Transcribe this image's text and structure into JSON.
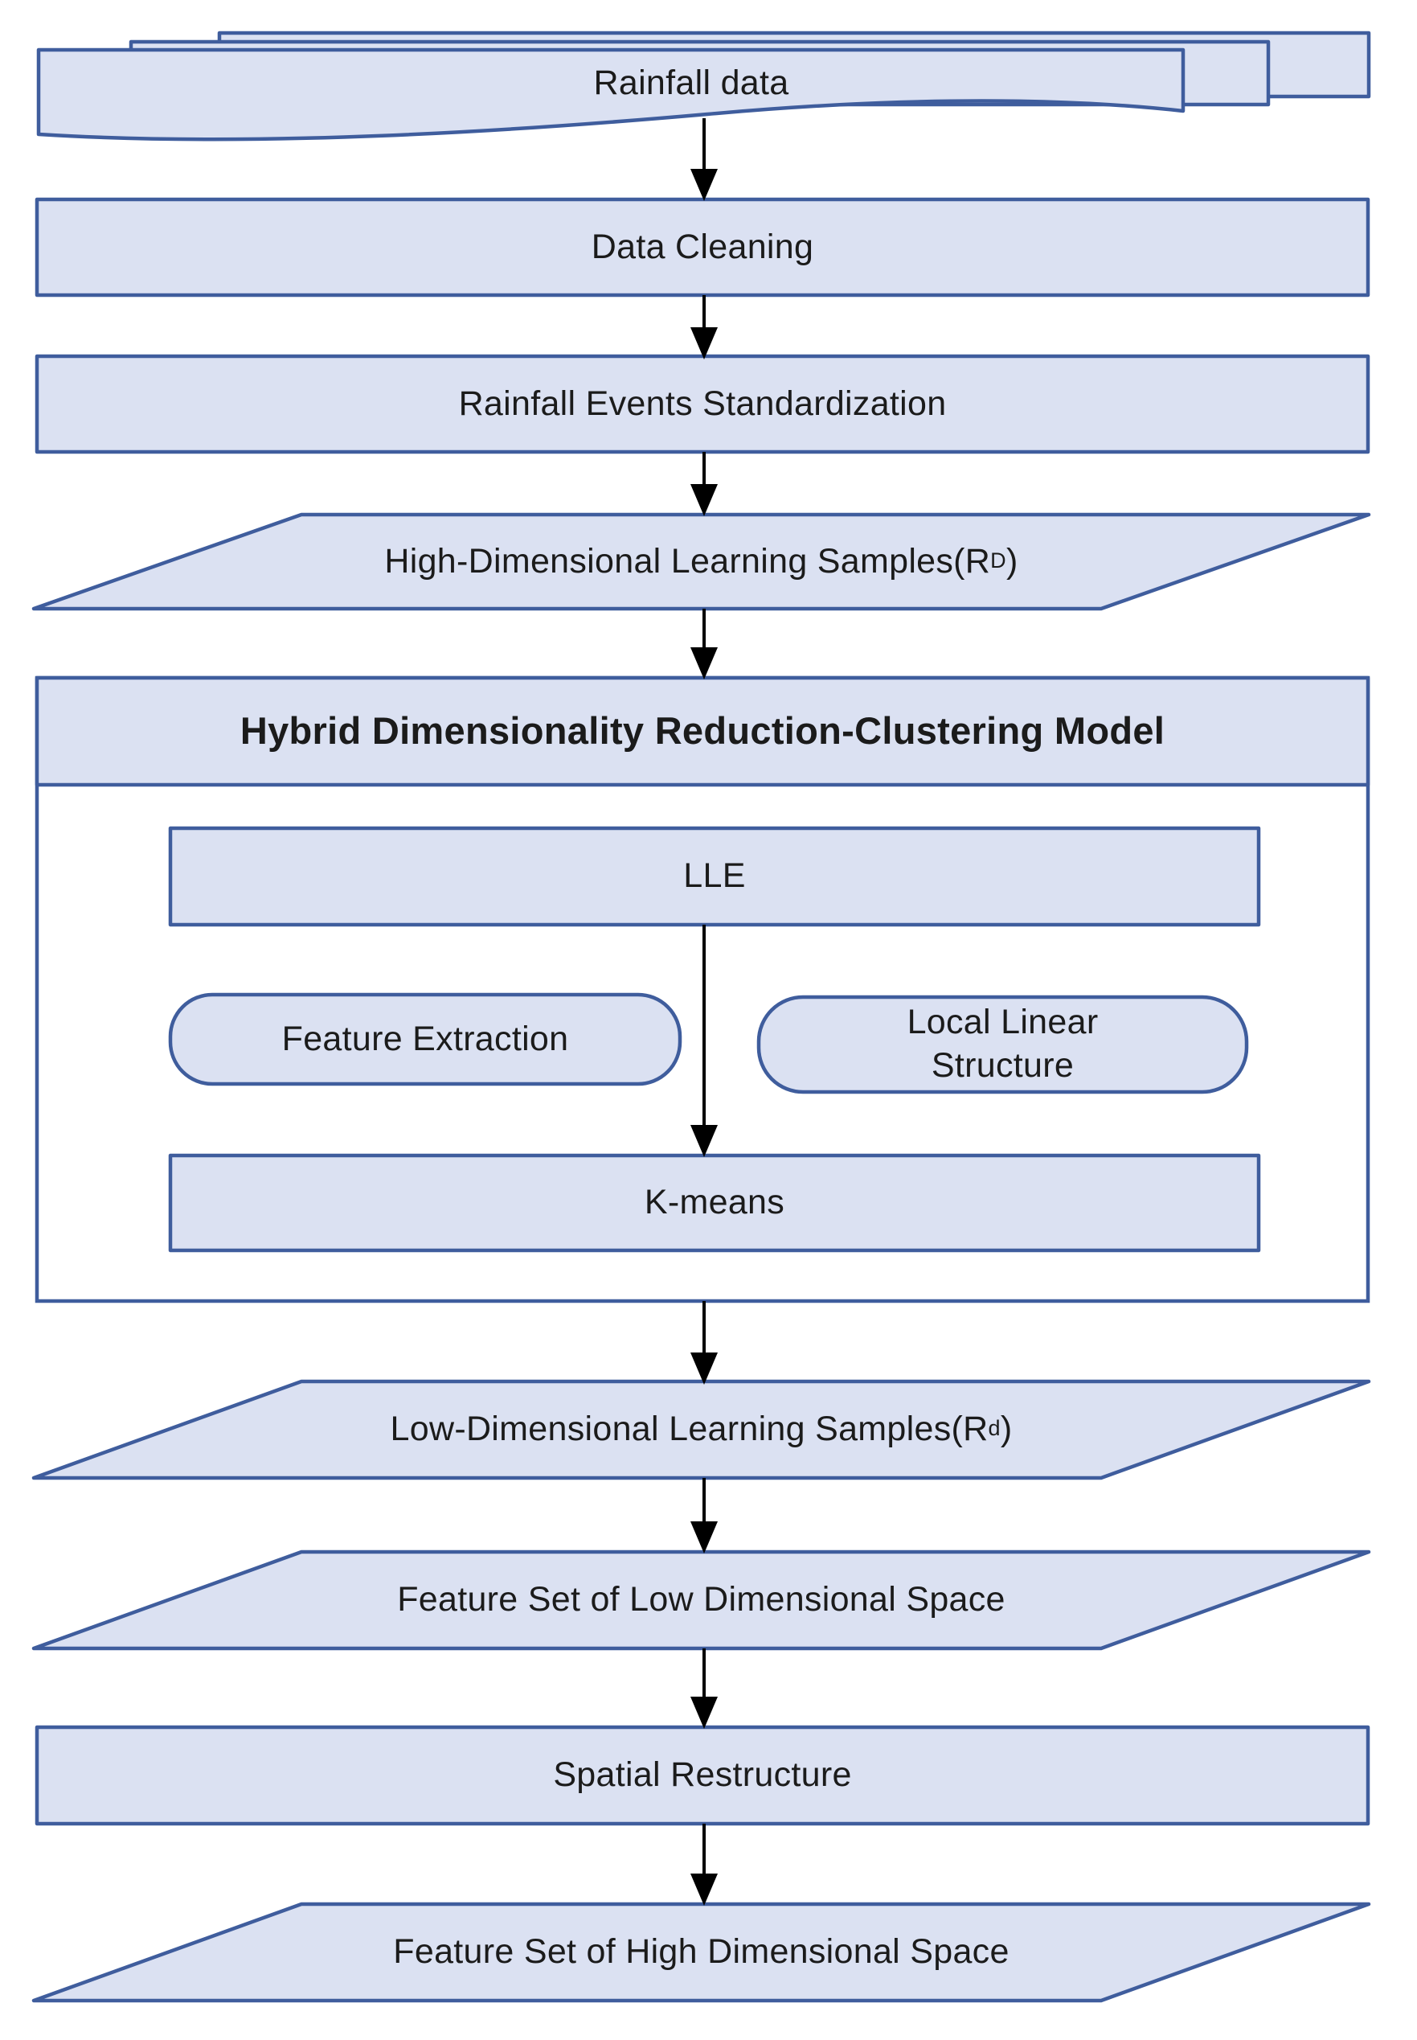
{
  "colors": {
    "background": "#ffffff",
    "node_fill": "#dbe1f2",
    "node_border": "#3f5d9d",
    "container_fill": "#ffffff",
    "arrow": "#000000",
    "text": "#1b1b1b"
  },
  "nodes": {
    "rainfall_data": {
      "label": "Rainfall data"
    },
    "data_cleaning": {
      "label": "Data Cleaning"
    },
    "rainfall_events_standardization": {
      "label": "Rainfall Events Standardization"
    },
    "high_dimensional_samples": {
      "text": "High-Dimensional Learning Samples(R",
      "sup": "D",
      "close": ")"
    },
    "hybrid_model": {
      "title": "Hybrid Dimensionality Reduction-Clustering Model"
    },
    "lle": {
      "label": "LLE"
    },
    "feature_extraction": {
      "label": "Feature Extraction"
    },
    "local_linear_structure": {
      "label": "Local Linear Structure"
    },
    "kmeans": {
      "label": "K-means"
    },
    "low_dimensional_samples": {
      "text": "Low-Dimensional Learning Samples(R",
      "sup": "d",
      "close": ")"
    },
    "feature_set_low": {
      "label": "Feature Set of Low Dimensional Space"
    },
    "spatial_restructure": {
      "label": "Spatial Restructure"
    },
    "feature_set_high": {
      "label": "Feature Set of High Dimensional Space"
    }
  }
}
